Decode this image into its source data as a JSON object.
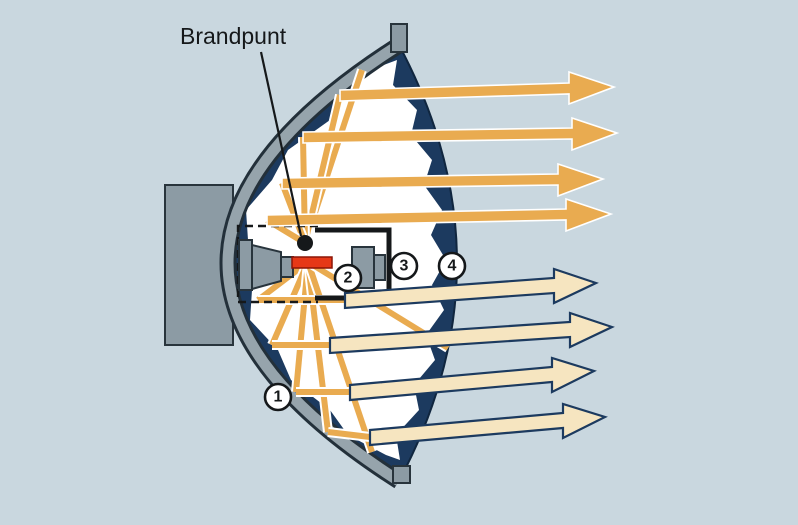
{
  "labels": {
    "brandpunt": "Brandpunt"
  },
  "badges": [
    {
      "label": "1"
    },
    {
      "label": "2"
    },
    {
      "label": "3"
    },
    {
      "label": "4"
    }
  ],
  "colors": {
    "background": "#c9d7df",
    "shell-gray": "#96a4ac",
    "block-gray": "#8c9ba4",
    "navy": "#1c3a5f",
    "ray-orange": "#e9ab50",
    "pale-beam": "#f6e5c0",
    "filament-red": "#e63817",
    "white": "#ffffff"
  }
}
